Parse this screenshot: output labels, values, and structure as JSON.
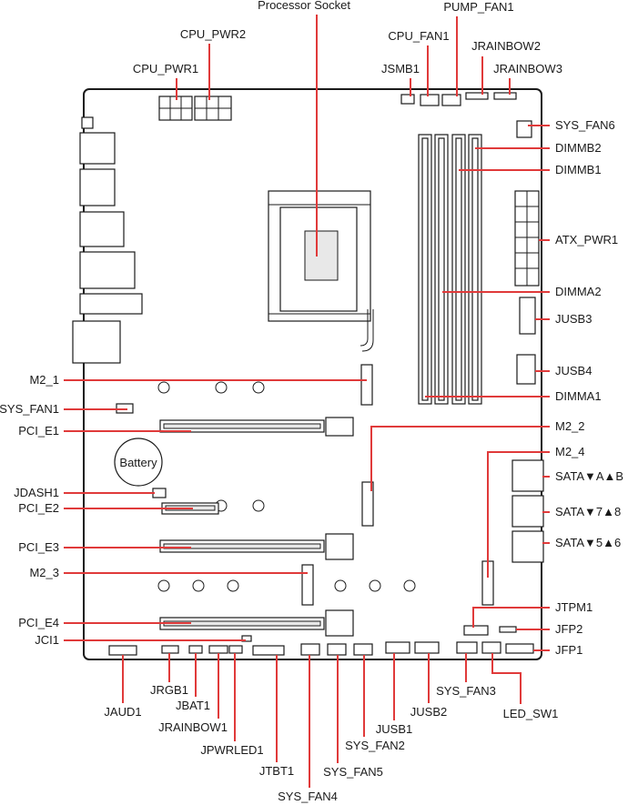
{
  "colors": {
    "leader": "#e03a3a",
    "outline": "#1a1a1a"
  },
  "battery_text": "Battery",
  "labels": {
    "processor_socket": "Processor Socket",
    "pump_fan1": "PUMP_FAN1",
    "cpu_pwr2": "CPU_PWR2",
    "cpu_fan1": "CPU_FAN1",
    "jrainbow2": "JRAINBOW2",
    "cpu_pwr1": "CPU_PWR1",
    "jsmb1": "JSMB1",
    "jrainbow3": "JRAINBOW3",
    "sys_fan6": "SYS_FAN6",
    "dimmb2": "DIMMB2",
    "dimmb1": "DIMMB1",
    "atx_pwr1": "ATX_PWR1",
    "dimma2": "DIMMA2",
    "jusb3": "JUSB3",
    "jusb4": "JUSB4",
    "m2_1": "M2_1",
    "dimma1": "DIMMA1",
    "sys_fan1": "SYS_FAN1",
    "pci_e1": "PCI_E1",
    "m2_2": "M2_2",
    "m2_4": "M2_4",
    "sata_ab": "SATA▼A▲B",
    "jdash1": "JDASH1",
    "pci_e2": "PCI_E2",
    "sata_78": "SATA▼7▲8",
    "pci_e3": "PCI_E3",
    "sata_56": "SATA▼5▲6",
    "m2_3": "M2_3",
    "jtpm1": "JTPM1",
    "pci_e4": "PCI_E4",
    "jfp2": "JFP2",
    "jci1": "JCI1",
    "jfp1": "JFP1",
    "sys_fan3": "SYS_FAN3",
    "jrgb1": "JRGB1",
    "jaud1": "JAUD1",
    "jusb2": "JUSB2",
    "led_sw1": "LED_SW1",
    "jbat1": "JBAT1",
    "jusb1": "JUSB1",
    "jrainbow1": "JRAINBOW1",
    "jpwrled1": "JPWRLED1",
    "sys_fan2": "SYS_FAN2",
    "jtbt1": "JTBT1",
    "sys_fan5": "SYS_FAN5",
    "sys_fan4": "SYS_FAN4"
  }
}
